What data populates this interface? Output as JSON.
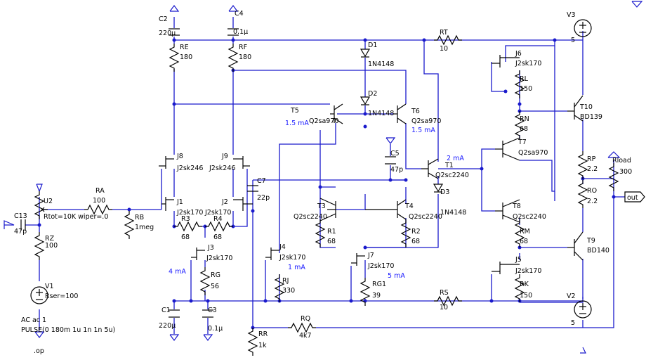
{
  "components": [
    {
      "id": "C2",
      "ref": "C2",
      "value": "220µ"
    },
    {
      "id": "C4",
      "ref": "C4",
      "value": "0.1µ"
    },
    {
      "id": "RE",
      "ref": "RE",
      "value": "180"
    },
    {
      "id": "RF",
      "ref": "RF",
      "value": "180"
    },
    {
      "id": "D1",
      "ref": "D1",
      "value": "1N4148"
    },
    {
      "id": "D2",
      "ref": "D2",
      "value": "1N4148"
    },
    {
      "id": "D3",
      "ref": "D3",
      "value": "1N4148"
    },
    {
      "id": "RT",
      "ref": "RT",
      "value": "10"
    },
    {
      "id": "V3",
      "ref": "V3",
      "value": "5"
    },
    {
      "id": "J6",
      "ref": "J6",
      "value": "J2sk170"
    },
    {
      "id": "RL",
      "ref": "RL",
      "value": "150"
    },
    {
      "id": "RN",
      "ref": "RN",
      "value": "68"
    },
    {
      "id": "T5",
      "ref": "T5",
      "value": "Q2sa970"
    },
    {
      "id": "T6",
      "ref": "T6",
      "value": "Q2sa970"
    },
    {
      "id": "T10",
      "ref": "T10",
      "value": "BD139"
    },
    {
      "id": "T7",
      "ref": "T7",
      "value": "Q2sa970"
    },
    {
      "id": "J8",
      "ref": "J8",
      "value": "J2sk246"
    },
    {
      "id": "J9",
      "ref": "J9",
      "value": "J2sk246"
    },
    {
      "id": "C5",
      "ref": "C5",
      "value": "47p"
    },
    {
      "id": "T1",
      "ref": "T1",
      "value": "Q2sc2240"
    },
    {
      "id": "RP",
      "ref": "RP",
      "value": "2.2"
    },
    {
      "id": "Rload",
      "ref": "Rload",
      "value": "300"
    },
    {
      "id": "C7",
      "ref": "C7",
      "value": "22p"
    },
    {
      "id": "RA",
      "ref": "RA",
      "value": "100"
    },
    {
      "id": "U2",
      "ref": "U2",
      "value": "Rtot=10K wiper=.0"
    },
    {
      "id": "C13",
      "ref": "C13",
      "value": "47p"
    },
    {
      "id": "RB",
      "ref": "RB",
      "value": "1meg"
    },
    {
      "id": "J1",
      "ref": "J1",
      "value": "J2sk170"
    },
    {
      "id": "J2",
      "ref": "J2",
      "value": "J2sk170"
    },
    {
      "id": "R3",
      "ref": "R3",
      "value": "68"
    },
    {
      "id": "R4",
      "ref": "R4",
      "value": "68"
    },
    {
      "id": "T3",
      "ref": "T3",
      "value": "Q2sc2240"
    },
    {
      "id": "T4",
      "ref": "T4",
      "value": "Q2sc2240"
    },
    {
      "id": "T8",
      "ref": "T8",
      "value": "Q2sc2240"
    },
    {
      "id": "RO",
      "ref": "RO",
      "value": "2.2"
    },
    {
      "id": "RZ",
      "ref": "RZ",
      "value": "100"
    },
    {
      "id": "R1",
      "ref": "R1",
      "value": "68"
    },
    {
      "id": "R2",
      "ref": "R2",
      "value": "68"
    },
    {
      "id": "RM",
      "ref": "RM",
      "value": "68"
    },
    {
      "id": "J3",
      "ref": "J3",
      "value": "J2sk170"
    },
    {
      "id": "J4",
      "ref": "J4",
      "value": "J2sk170"
    },
    {
      "id": "J7",
      "ref": "J7",
      "value": "J2sk170"
    },
    {
      "id": "BD140",
      "ref": "T9",
      "value": "BD140"
    },
    {
      "id": "J5",
      "ref": "J5",
      "value": "J2sk170"
    },
    {
      "id": "RG",
      "ref": "RG",
      "value": "56"
    },
    {
      "id": "RJ",
      "ref": "RJ",
      "value": "330"
    },
    {
      "id": "RG1",
      "ref": "RG1",
      "value": "39"
    },
    {
      "id": "RK",
      "ref": "RK",
      "value": "150"
    },
    {
      "id": "V1",
      "ref": "V1",
      "value": "Rser=100"
    },
    {
      "id": "RS",
      "ref": "RS",
      "value": "10"
    },
    {
      "id": "V2",
      "ref": "V2",
      "value": "5"
    },
    {
      "id": "C1",
      "ref": "C1",
      "value": "220µ"
    },
    {
      "id": "C3",
      "ref": "C3",
      "value": "0.1µ"
    },
    {
      "id": "RQ",
      "ref": "RQ",
      "value": "4k7"
    },
    {
      "id": "RR",
      "ref": "RR",
      "value": "1k"
    }
  ],
  "currents": {
    "t5": "1.5 mA",
    "t6": "1.5 mA",
    "t1": "2 mA",
    "j3": "4 mA",
    "j4": "1 mA",
    "j7": "5 mA"
  },
  "source": {
    "line1": "AC ac 1",
    "line2": "PULSE(0 180m 1u 1n 1n 5u)"
  },
  "directive": ".op",
  "out_label": "out"
}
